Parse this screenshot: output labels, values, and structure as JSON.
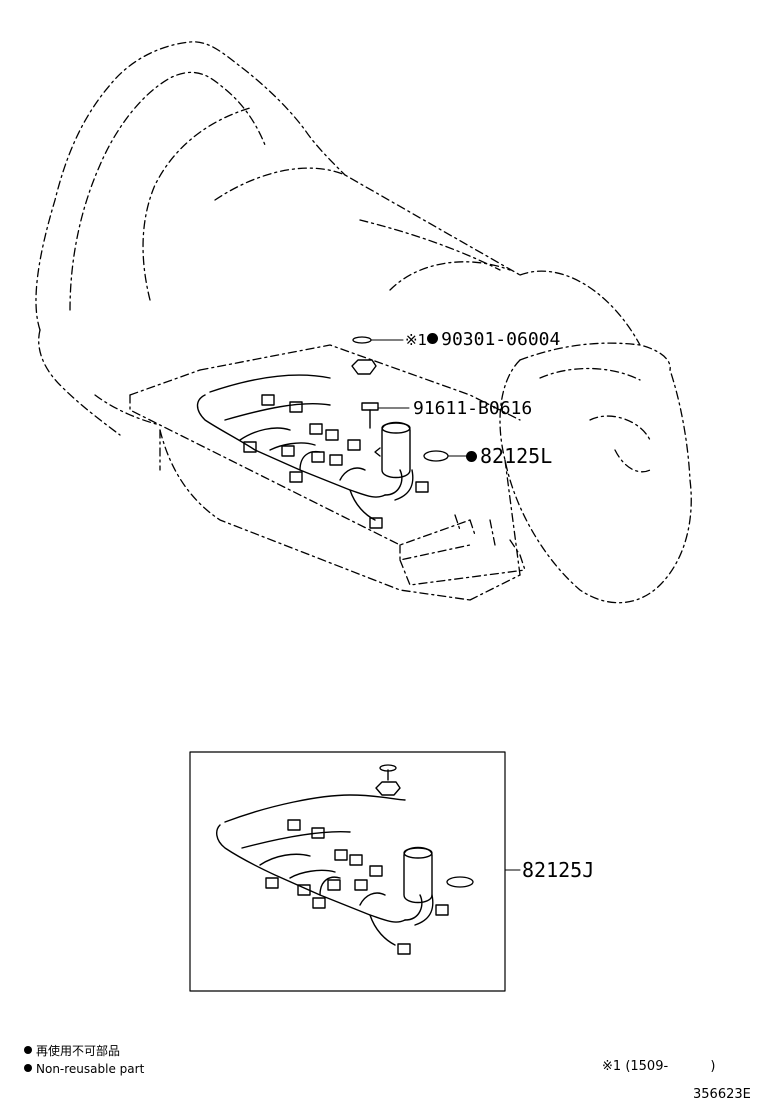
{
  "labels": {
    "washer": {
      "marker": "※1",
      "part_no": "90301-06004",
      "non_reusable": true
    },
    "bolt": {
      "part_no": "91611-B0616"
    },
    "gasket": {
      "part_no": "82125L",
      "non_reusable": true
    },
    "harness_assy": {
      "part_no": "82125J"
    }
  },
  "legend": {
    "line_jp": "再使用不可部品",
    "line_en": "Non-reusable part"
  },
  "footnote": {
    "marker": "※1",
    "range": "(1509-",
    "range_close": ")"
  },
  "diagram_id": "356623E"
}
